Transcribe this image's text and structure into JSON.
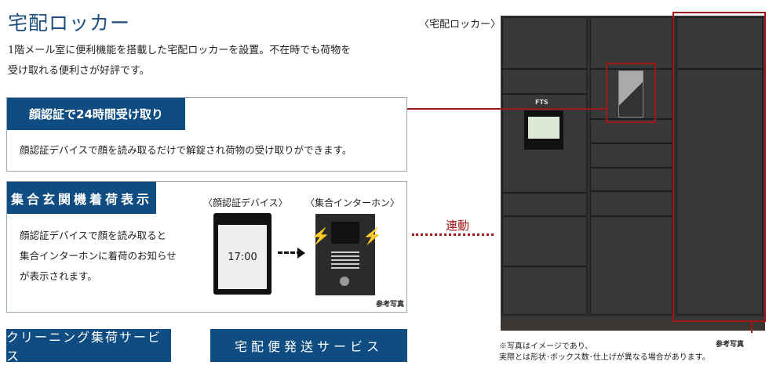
{
  "title": "宅配ロッカー",
  "intro": [
    "1階メール室に便利機能を搭載した宅配ロッカーを設置。不在時でも荷物を",
    "受け取れる便利さが好評です。"
  ],
  "feature1": {
    "heading": "顔認証で24時間受け取り",
    "text": "顔認証デバイスで顔を読み取るだけで解錠され荷物の受け取りができます。"
  },
  "feature2": {
    "heading": "集合玄関機着荷表示",
    "text": [
      "顔認証デバイスで顔を読み取ると",
      "集合インターホンに着荷のお知らせ",
      "が表示されます。"
    ],
    "device_caption": "〈顔認証デバイス〉",
    "device_time": "17:00",
    "intercom_caption": "〈集合インターホン〉",
    "photo_note": "参考写真"
  },
  "buttons": [
    "クリーニング集荷サービス",
    "宅配便発送サービス"
  ],
  "link_label": "連動",
  "locker": {
    "caption": "〈宅配ロッカー〉",
    "brand": "FTS",
    "photo_note": "参考写真",
    "disclaimer": [
      "※写真はイメージであり、",
      "実際とは形状･ボックス数･仕上げが異なる場合があります。"
    ]
  },
  "colors": {
    "navy": "#0f4c81",
    "red": "#a01818"
  }
}
